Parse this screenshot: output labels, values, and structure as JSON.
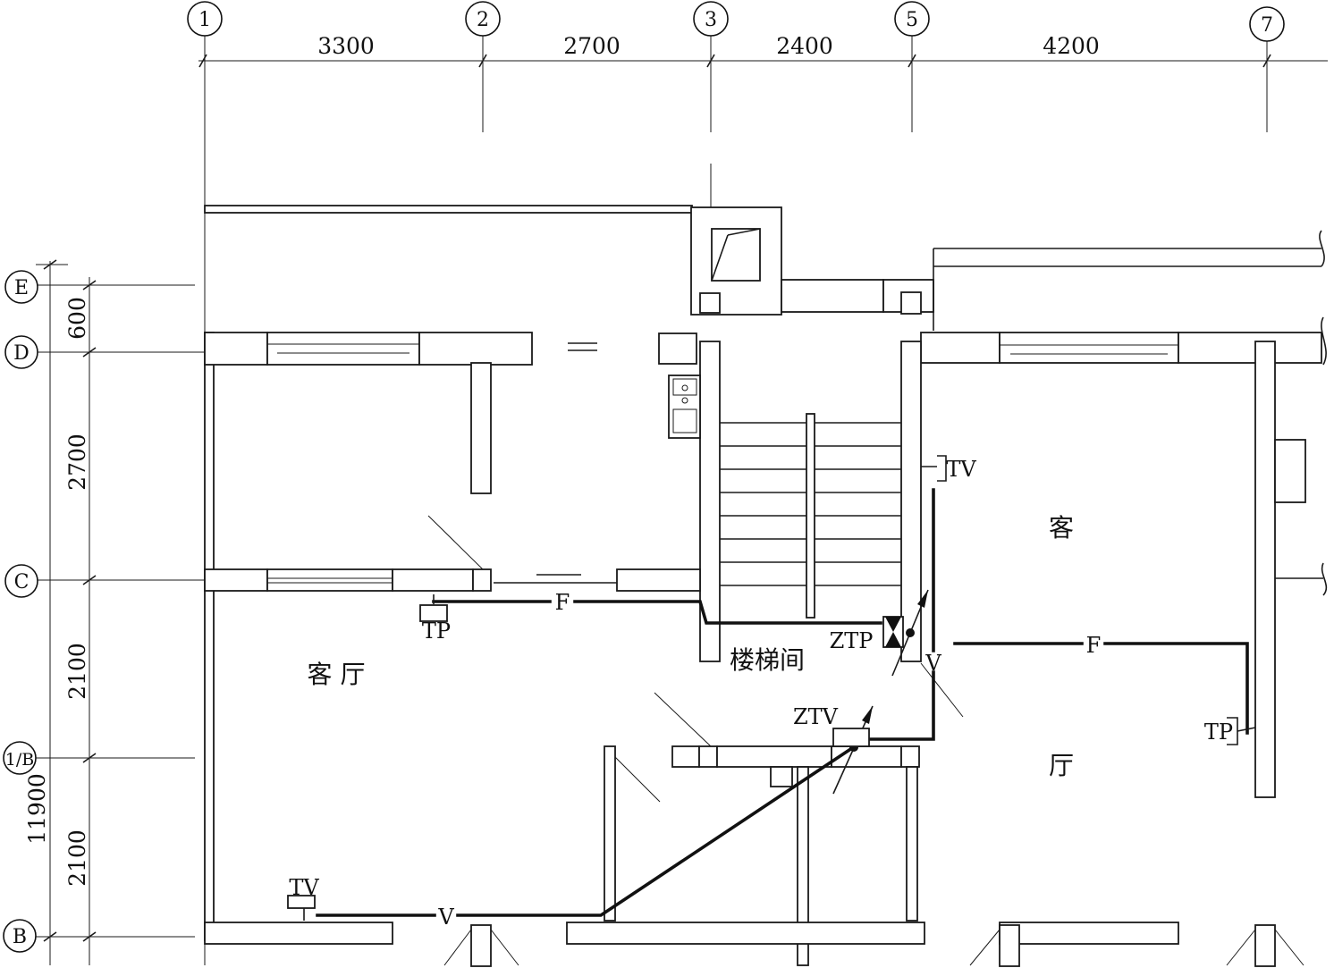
{
  "axes_vertical": [
    {
      "label": "1"
    },
    {
      "label": "2"
    },
    {
      "label": "3"
    },
    {
      "label": "5"
    },
    {
      "label": "7"
    }
  ],
  "axes_horizontal": [
    {
      "label": "E"
    },
    {
      "label": "D"
    },
    {
      "label": "C"
    },
    {
      "label": "1/B"
    },
    {
      "label": "B"
    }
  ],
  "top_dimensions": [
    "3300",
    "2700",
    "2400",
    "4200"
  ],
  "left_dimensions": [
    "600",
    "2700",
    "2100",
    "2100"
  ],
  "total_dimension": "11900",
  "rooms": {
    "living_left": "客 厅",
    "stair": "楼梯间",
    "living_right_1": "客",
    "living_right_2": "厅"
  },
  "equipment": {
    "tp_left": "TP",
    "tp_right": "TP",
    "tv_left": "TV",
    "tv_right": "TV",
    "ztp": "ZTP",
    "ztv": "ZTV"
  },
  "cables": {
    "f_left": "F",
    "f_right": "F",
    "v_bottom": "V",
    "v_right": "V"
  }
}
